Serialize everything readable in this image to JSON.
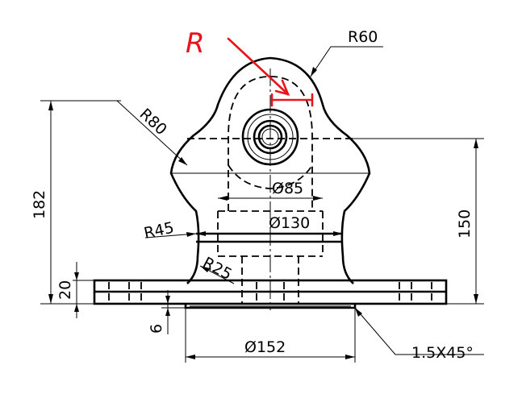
{
  "dimensions": {
    "r60": "R60",
    "r80": "R80",
    "d85": "Ø85",
    "d130": "Ø130",
    "r45": "R45",
    "r25": "R25",
    "h182": "182",
    "h150": "150",
    "h20": "20",
    "h6": "6",
    "d152": "Ø152",
    "chamfer": "1.5X45°"
  },
  "annotation": {
    "label": "R",
    "color": "#e8141c"
  }
}
